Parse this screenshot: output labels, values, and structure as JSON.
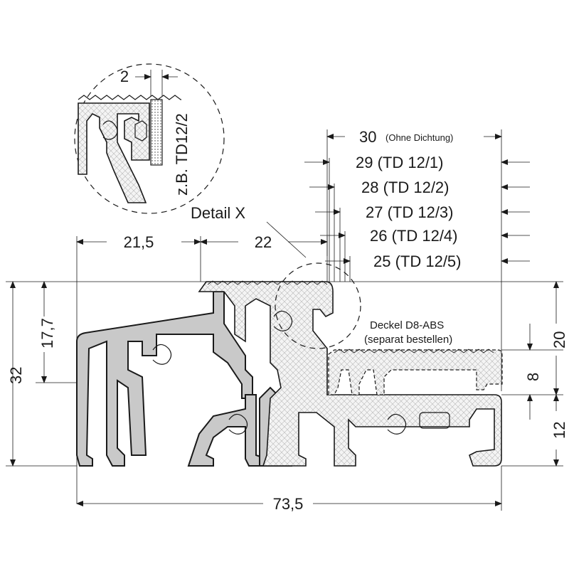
{
  "labels": {
    "detail": "Detail X",
    "cover": "Deckel D8-ABS",
    "cover_note": "(separat bestellen)",
    "seal_example": "z.B. TD12/2"
  },
  "dimensions": {
    "top_30": "30",
    "top_30_note": "(Ohne Dichtung)",
    "td1": "29 (TD 12/1)",
    "td2": "28 (TD 12/2)",
    "td3": "27 (TD 12/3)",
    "td4": "26 (TD 12/4)",
    "td5": "25 (TD 12/5)",
    "w_21_5": "21,5",
    "w_22": "22",
    "h_32": "32",
    "h_17_7": "17,7",
    "h_20": "20",
    "h_8": "8",
    "h_12": "12",
    "w_73_5": "73,5",
    "detail_2": "2"
  },
  "colors": {
    "profile_fill": "#c9c9c9",
    "line": "#1a1a1a",
    "background": "#ffffff"
  }
}
